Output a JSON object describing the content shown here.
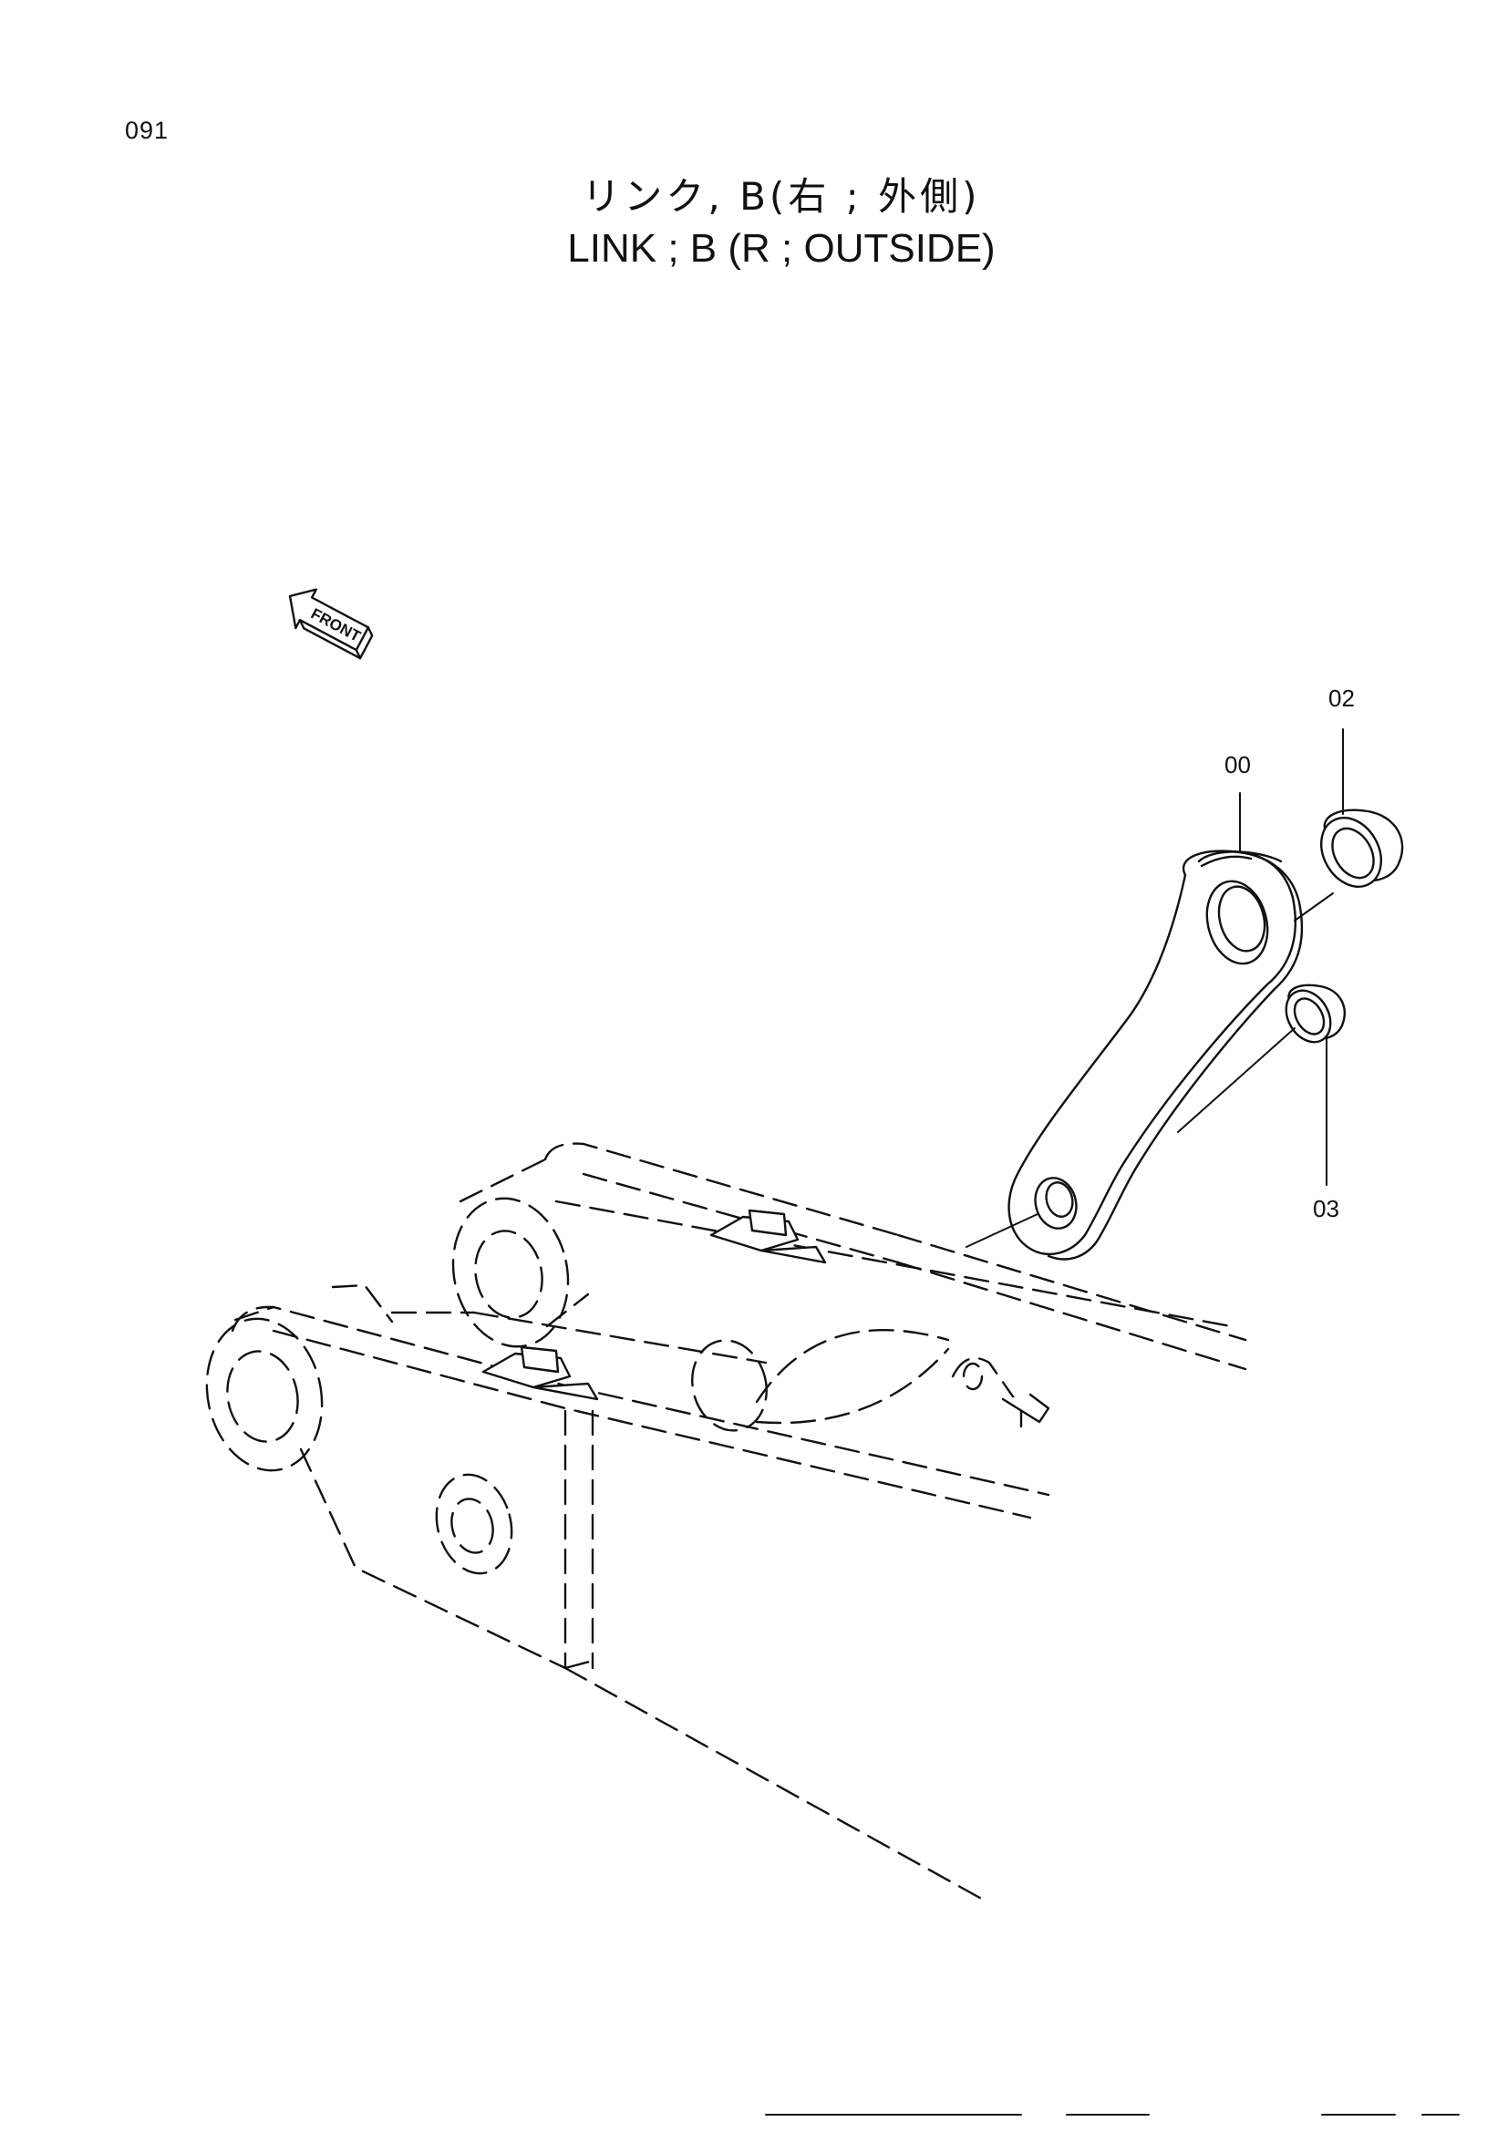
{
  "page": {
    "number": "091"
  },
  "title": {
    "jp": "リンク, B(右 ; 外側)",
    "en": "LINK ; B (R ; OUTSIDE)"
  },
  "orientation": {
    "label": "FRONT"
  },
  "callouts": [
    {
      "id": "link",
      "label": "00"
    },
    {
      "id": "bushing-upper",
      "label": "02"
    },
    {
      "id": "bushing-lower",
      "label": "03"
    }
  ],
  "colors": {
    "line": "#111111",
    "background": "#ffffff"
  }
}
